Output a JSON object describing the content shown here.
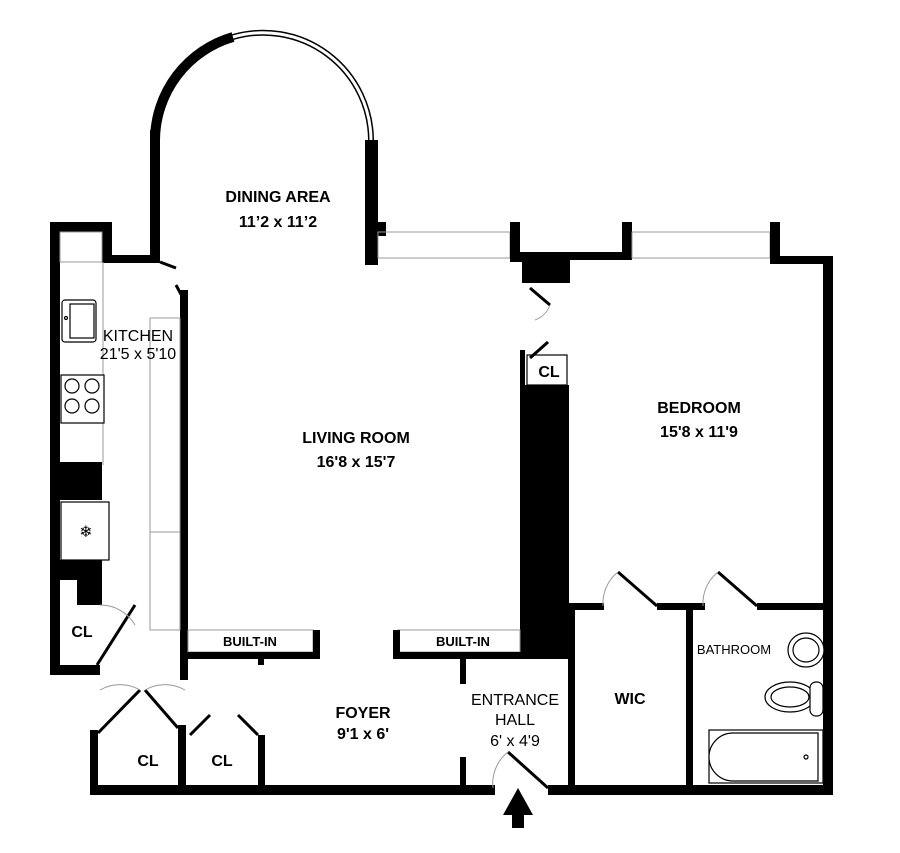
{
  "rooms": {
    "dining": {
      "name": "DINING AREA",
      "size": "11’2 x 11’2"
    },
    "kitchen": {
      "name": "KITCHEN",
      "size": "21'5 x 5'10"
    },
    "living": {
      "name": "LIVING ROOM",
      "size": "16'8 x 15'7"
    },
    "bedroom": {
      "name": "BEDROOM",
      "size": "15'8 x 11'9"
    },
    "foyer": {
      "name": "FOYER",
      "size": "9'1 x 6'"
    },
    "entrance": {
      "name1": "ENTRANCE",
      "name2": "HALL",
      "size": "6' x 4'9"
    },
    "wic": {
      "name": "WIC"
    },
    "bathroom": {
      "name": "BATHROOM"
    },
    "closets": [
      "CL",
      "CL",
      "CL",
      "CL"
    ],
    "built_in": [
      "BUILT-IN",
      "BUILT-IN"
    ]
  },
  "icons": [
    "sink-icon",
    "stove-icon",
    "refrigerator-icon",
    "toilet-icon",
    "bathtub-icon",
    "entry-arrow-icon"
  ]
}
